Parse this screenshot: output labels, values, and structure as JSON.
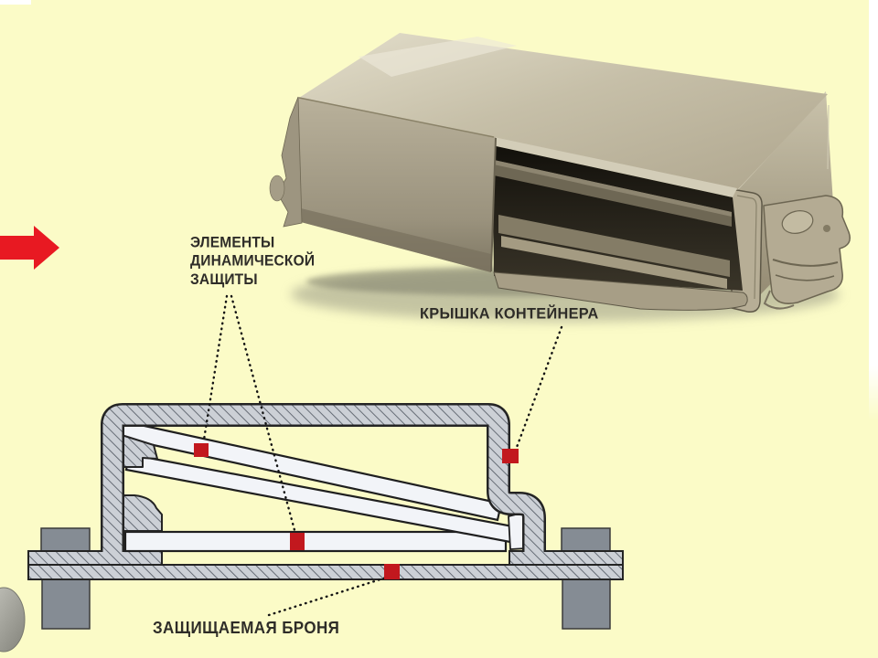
{
  "slide": {
    "labels": {
      "era_elements_line1": "ЭЛЕМЕНТЫ",
      "era_elements_line2": "ДИНАМИЧЕСКОЙ",
      "era_elements_line3": "ЗАЩИТЫ",
      "container_lid": "КРЫШКА КОНТЕЙНЕРА",
      "protected_armor": "ЗАЩИЩАЕМАЯ БРОНЯ"
    },
    "colors": {
      "background": "#FBFBC7",
      "arrow_red": "#E81922",
      "marker_red": "#C2181E",
      "hatch_fill": "#CCD0D6",
      "hatch_line": "#5B616B",
      "outline_dark": "#242424",
      "plate_white": "#F2F4F8",
      "bolt_gray": "#858C94",
      "label_text": "#2E2C28"
    },
    "icons": {
      "red_arrow": "arrow-pointing-right"
    }
  }
}
